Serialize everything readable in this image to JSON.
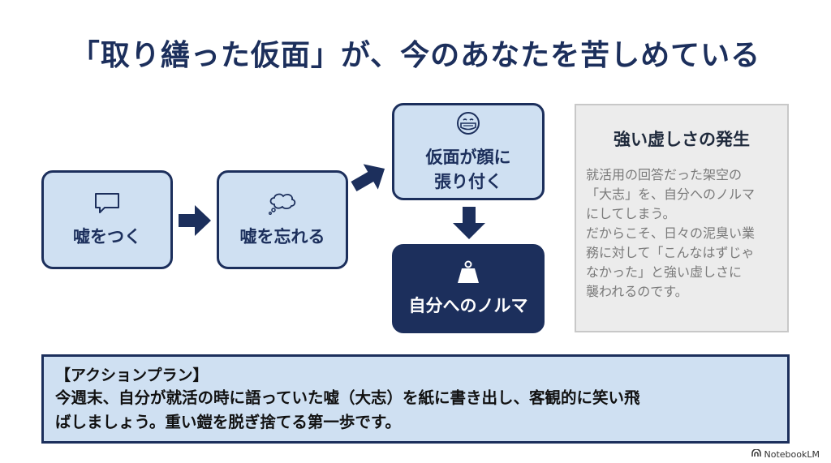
{
  "title": "「取り繕った仮面」が、今のあなたを苦しめている",
  "flow": {
    "step1": {
      "label": "嘘をつく",
      "icon": "speech-bubble-icon"
    },
    "step2": {
      "label": "嘘を忘れる",
      "icon": "thought-bubble-icon"
    },
    "step3": {
      "label_line1": "仮面が顔に",
      "label_line2": "張り付く",
      "icon": "masked-face-icon"
    },
    "step4": {
      "label": "自分へのノルマ",
      "icon": "weight-icon"
    }
  },
  "side_panel": {
    "heading": "強い虚しさの発生",
    "body": "就活用の回答だった架空の\n「大志」を、自分へのノルマ\nにしてしまう。\nだからこそ、日々の泥臭い業\n務に対して「こんなはずじゃ\nなかった」と強い虚しさに\n襲われるのです。"
  },
  "action_plan": {
    "heading": "【アクションプラン】",
    "line1": "今週末、自分が就活の時に語っていた嘘（大志）を紙に書き出し、客観的に笑い飛",
    "line2": "ばしましょう。重い鎧を脱ぎ捨てる第一歩です。"
  },
  "brand": "NotebookLM",
  "colors": {
    "navy": "#1c2f5c",
    "light_blue": "#cfe0f2",
    "panel_gray": "#ececec"
  }
}
